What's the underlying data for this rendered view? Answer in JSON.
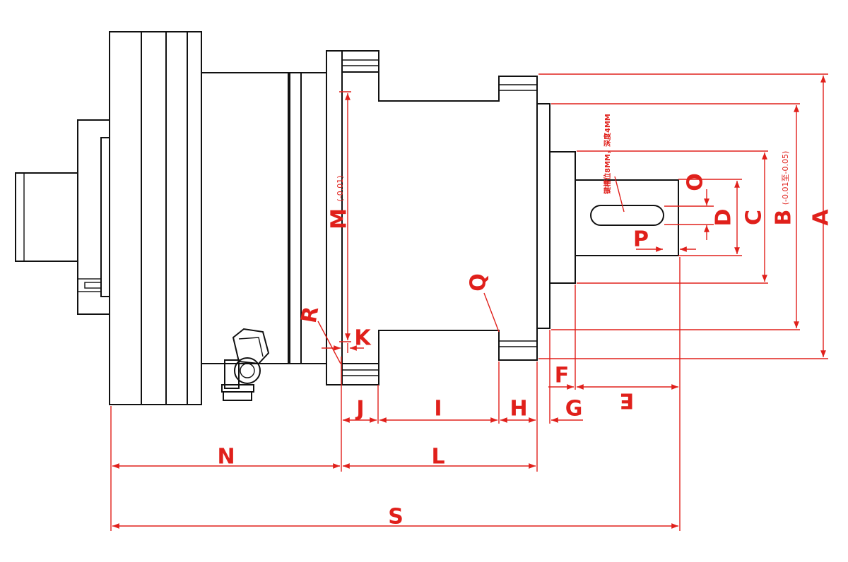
{
  "colors": {
    "dimension": "#e0201b",
    "outline": "#111111",
    "background": "#ffffff"
  },
  "labels": {
    "A": "A",
    "B": "B",
    "B_tol": "(-0.01至-0.05)",
    "C": "C",
    "D": "D",
    "E": "E",
    "F": "F",
    "G": "G",
    "H": "H",
    "I": "I",
    "J": "J",
    "K": "K",
    "L": "L",
    "M": "M",
    "M_tol": "(-0.01)",
    "N": "N",
    "O": "O",
    "P": "P",
    "Q": "Q",
    "R": "R",
    "S": "S"
  },
  "note": "键槽位8MM，深度4MM"
}
